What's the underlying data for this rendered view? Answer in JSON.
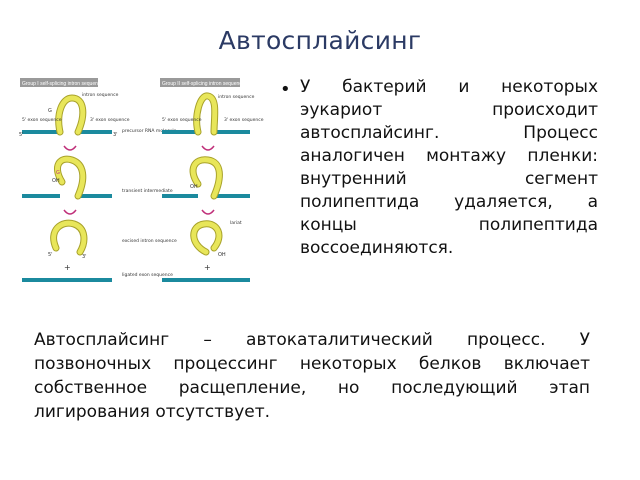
{
  "slide": {
    "title": "Автосплайсинг",
    "bullet": "У бактерий и некоторых эукариот происходит автосплайсинг. Процесс аналогичен монтажу пленки: внутренний сегмент полипептида удаляется, а концы полипептида воссоединяются.",
    "bottom_paragraph": "Автосплайсинг – автокаталитический процесс. У позвоночных процессинг некоторых белков включает собственное расщепление, но последующий этап лигирования отсутствует."
  },
  "figure": {
    "panel_left_title": "Group I self-splicing intron sequences",
    "panel_right_title": "Group II self-splicing intron sequences",
    "labels": {
      "intron_sequence": "intron sequence",
      "exon5": "5' exon sequence",
      "exon3": "3' exon sequence",
      "precursor": "precursor RNA molecule",
      "transient": "transient intermediate",
      "excised": "excised intron sequence",
      "ligated": "ligated exon sequence",
      "lariat": "lariat",
      "g": "G",
      "oh": "OH",
      "p5": "5'",
      "p3": "3'",
      "plus": "+"
    },
    "colors": {
      "exon": "#1b8a9e",
      "intron": "#e8e65a",
      "intron_edge": "#a8a22a",
      "arrow": "#c0307a"
    }
  }
}
